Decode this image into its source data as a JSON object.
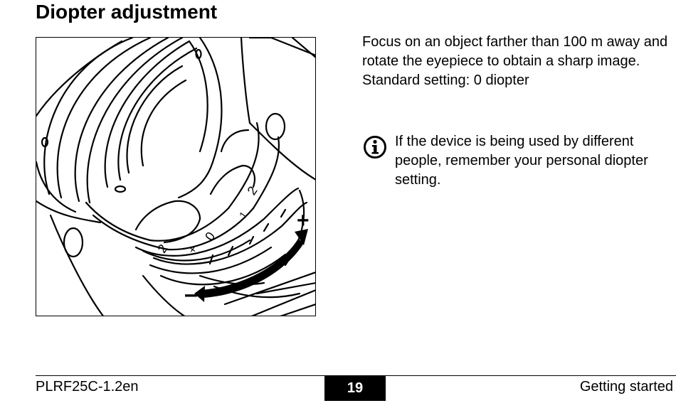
{
  "page": {
    "title": "Diopter adjustment"
  },
  "figure": {
    "scale_labels": [
      "2",
      "1",
      "0",
      "+",
      "2"
    ],
    "plus_sign": "+",
    "minus_sign": "–"
  },
  "instructions": {
    "line1": "Focus on an object farther than 100 m away and rotate the eyepiece to obtain a sharp image.",
    "line2": "Standard setting: 0 diopter"
  },
  "note": {
    "icon": "info-icon",
    "text": "If the device is being used by different people, remember your personal diopter setting."
  },
  "footer": {
    "doc_id": "PLRF25C-1.2en",
    "page_number": "19",
    "section": "Getting started"
  }
}
